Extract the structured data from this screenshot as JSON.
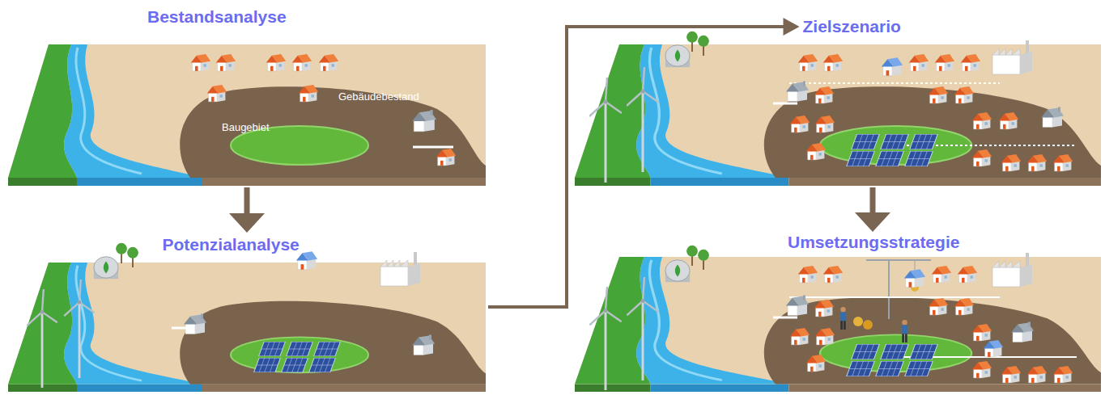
{
  "diagram": {
    "nodes": [
      {
        "text": [
          "Bestandsanalyse"
        ]
      },
      {
        "text": [
          "Potenzialanalyse"
        ]
      },
      {
        "text": [
          "Zielszenario"
        ]
      },
      {
        "text": [
          "Umsetzungsstrategie"
        ]
      }
    ],
    "edges": [
      {
        "from": 0,
        "to": 1,
        "arrow": "to"
      },
      {
        "from": 1,
        "to": 2,
        "arrow": "to"
      },
      {
        "from": 2,
        "to": 3,
        "arrow": "to"
      }
    ],
    "labels": [
      "Gebäudebestand",
      "Baugebiet"
    ]
  }
}
